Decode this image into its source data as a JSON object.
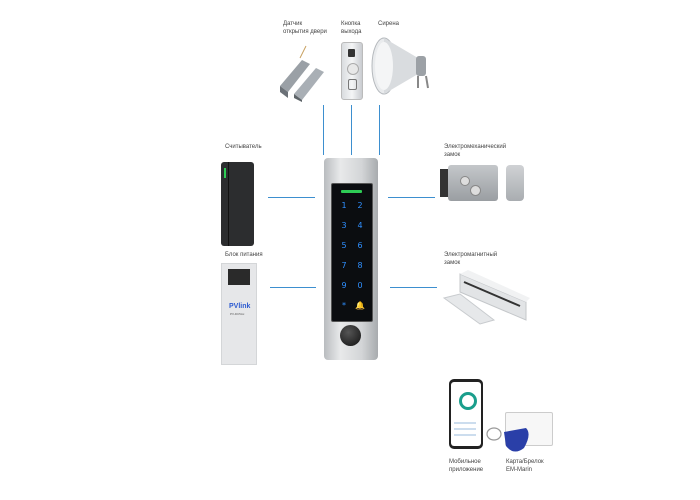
{
  "components": {
    "door_sensor": {
      "label": "Датчик\nоткрытия двери"
    },
    "exit_button": {
      "label": "Кнопка\nвыхода"
    },
    "siren": {
      "label": "Сирена"
    },
    "reader": {
      "label": "Считыватель"
    },
    "power_supply": {
      "label": "Блок питания",
      "brand": "PVlink",
      "model": "PV-DC5Ax"
    },
    "electromechanical_lock": {
      "label": "Электромеханический\nзамок"
    },
    "electromagnetic_lock": {
      "label": "Электромагнитный\nзамок"
    },
    "mobile_app": {
      "label": "Мобильное\nприложение"
    },
    "card_fob": {
      "label": "Карта/Брелок\nEM-Marin"
    }
  },
  "keypad": {
    "keys": [
      "1",
      "2",
      "3",
      "4",
      "5",
      "6",
      "7",
      "8",
      "9",
      "0",
      "*",
      "🔔"
    ],
    "led_color": "#2ecc55",
    "key_color": "#2f8fff"
  },
  "colors": {
    "connector": "#3d8fcf"
  }
}
